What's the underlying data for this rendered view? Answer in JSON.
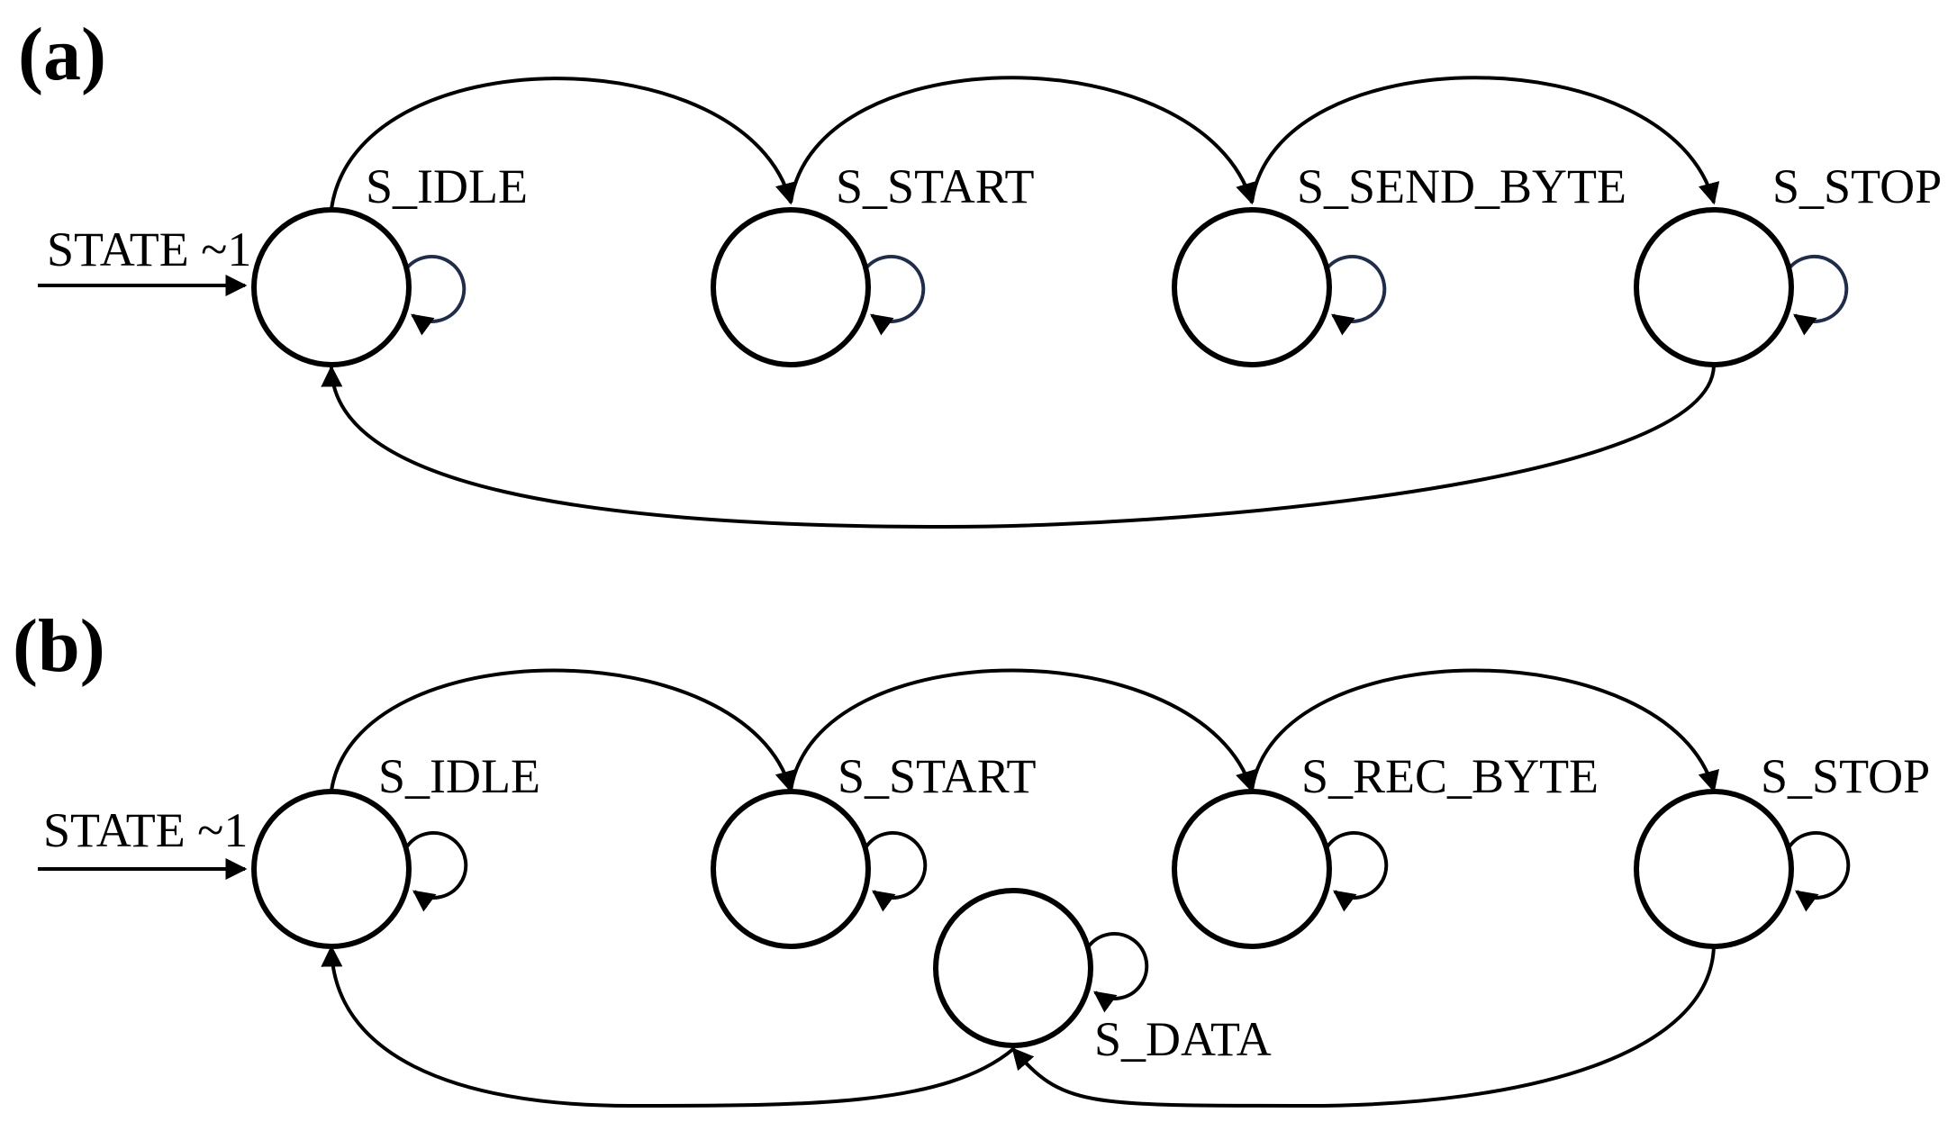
{
  "colors": {
    "stroke": "#000000",
    "selfloop_a": "#1f2d4d",
    "selfloop_b": "#000000",
    "background": "#ffffff"
  },
  "panel_a": {
    "label": "(a)",
    "entry_label": "STATE ~1",
    "states": [
      {
        "id": "a_idle",
        "label": "S_IDLE"
      },
      {
        "id": "a_start",
        "label": "S_START"
      },
      {
        "id": "a_send",
        "label": "S_SEND_BYTE"
      },
      {
        "id": "a_stop",
        "label": "S_STOP"
      }
    ],
    "transitions": [
      {
        "from": "S_IDLE",
        "to": "S_IDLE"
      },
      {
        "from": "S_IDLE",
        "to": "S_START"
      },
      {
        "from": "S_START",
        "to": "S_START"
      },
      {
        "from": "S_START",
        "to": "S_SEND_BYTE"
      },
      {
        "from": "S_SEND_BYTE",
        "to": "S_SEND_BYTE"
      },
      {
        "from": "S_SEND_BYTE",
        "to": "S_STOP"
      },
      {
        "from": "S_STOP",
        "to": "S_STOP"
      },
      {
        "from": "S_STOP",
        "to": "S_IDLE"
      }
    ]
  },
  "panel_b": {
    "label": "(b)",
    "entry_label": "STATE ~1",
    "states": [
      {
        "id": "b_idle",
        "label": "S_IDLE"
      },
      {
        "id": "b_start",
        "label": "S_START"
      },
      {
        "id": "b_rec",
        "label": "S_REC_BYTE"
      },
      {
        "id": "b_stop",
        "label": "S_STOP"
      },
      {
        "id": "b_data",
        "label": "S_DATA"
      }
    ],
    "transitions": [
      {
        "from": "S_IDLE",
        "to": "S_IDLE"
      },
      {
        "from": "S_IDLE",
        "to": "S_START"
      },
      {
        "from": "S_START",
        "to": "S_START"
      },
      {
        "from": "S_START",
        "to": "S_REC_BYTE"
      },
      {
        "from": "S_REC_BYTE",
        "to": "S_REC_BYTE"
      },
      {
        "from": "S_REC_BYTE",
        "to": "S_STOP"
      },
      {
        "from": "S_STOP",
        "to": "S_STOP"
      },
      {
        "from": "S_STOP",
        "to": "S_DATA"
      },
      {
        "from": "S_DATA",
        "to": "S_DATA"
      },
      {
        "from": "S_DATA",
        "to": "S_IDLE"
      }
    ]
  }
}
